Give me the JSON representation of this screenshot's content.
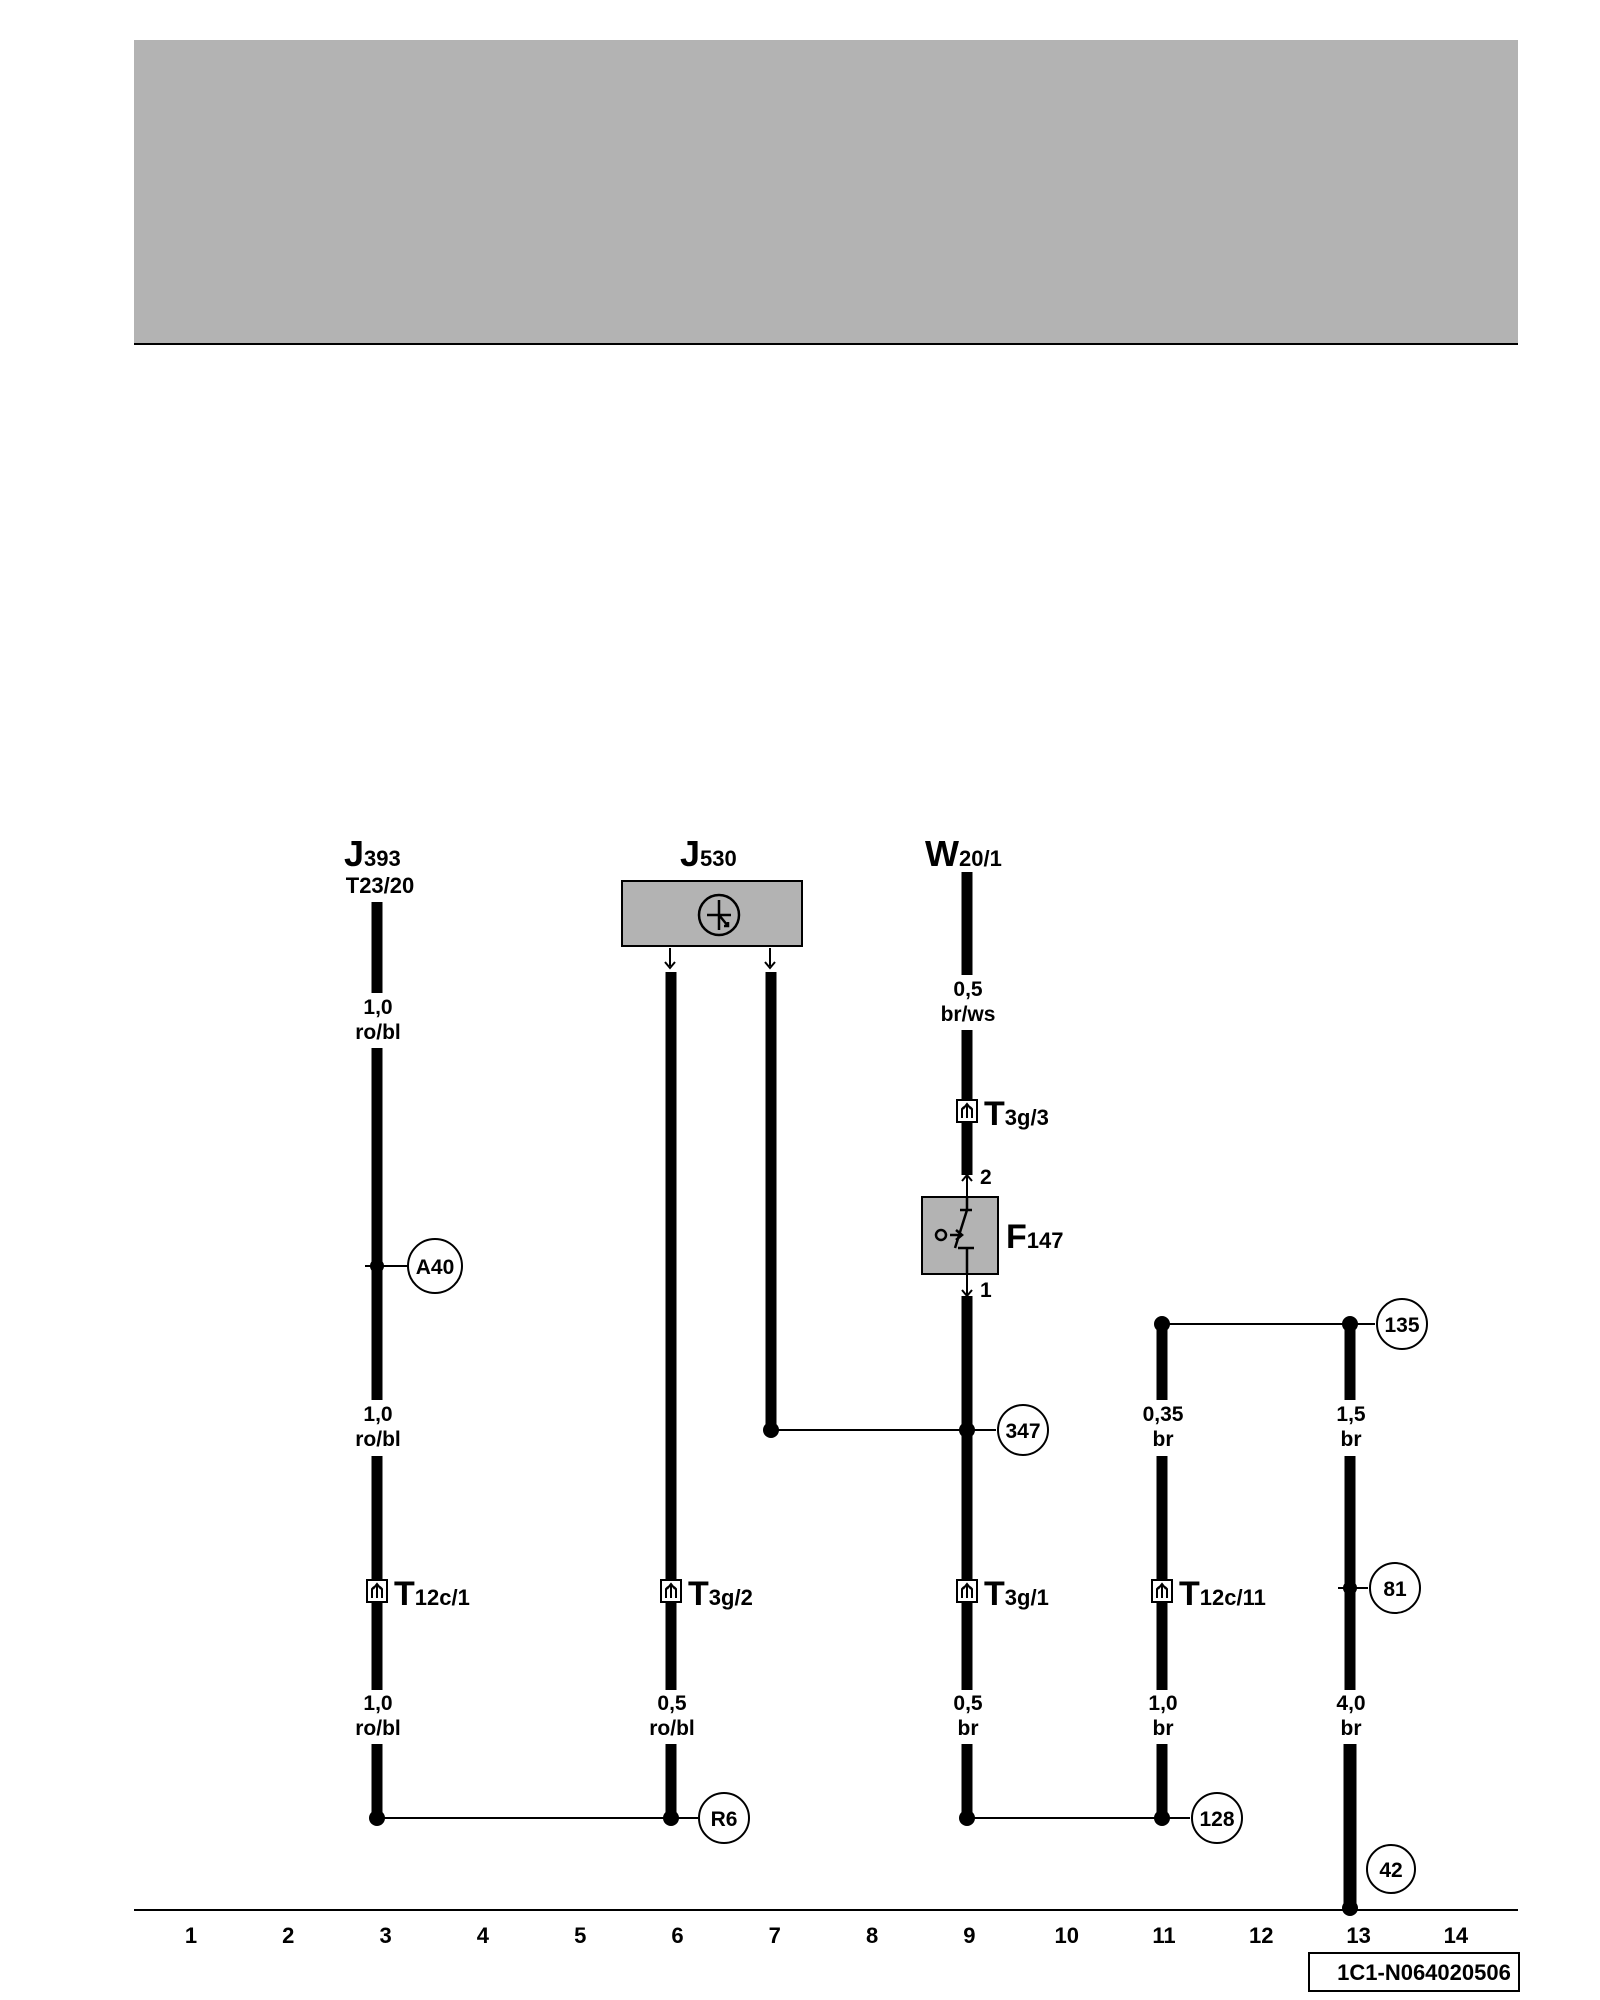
{
  "components": {
    "j393": {
      "name": "J",
      "sub": "393",
      "pin": "T23/20"
    },
    "j530": {
      "name": "J",
      "sub": "530"
    },
    "w20": {
      "name": "W",
      "sub": "20/1"
    },
    "f147": {
      "name": "F",
      "sub": "147",
      "pin_top": "2",
      "pin_bottom": "1"
    }
  },
  "connectors": {
    "t12c1": {
      "name": "T",
      "sub": "12c/1"
    },
    "t3g2": {
      "name": "T",
      "sub": "3g/2"
    },
    "t3g3": {
      "name": "T",
      "sub": "3g/3"
    },
    "t3g1": {
      "name": "T",
      "sub": "3g/1"
    },
    "t12c11": {
      "name": "T",
      "sub": "12c/11"
    }
  },
  "wires": {
    "c3_top": {
      "size": "1,0",
      "color": "ro/bl"
    },
    "c3_mid": {
      "size": "1,0",
      "color": "ro/bl"
    },
    "c3_bot": {
      "size": "1,0",
      "color": "ro/bl"
    },
    "c6_bot": {
      "size": "0,5",
      "color": "ro/bl"
    },
    "c9_top": {
      "size": "0,5",
      "color": "br/ws"
    },
    "c9_bot": {
      "size": "0,5",
      "color": "br"
    },
    "c11_top": {
      "size": "0,35",
      "color": "br"
    },
    "c11_bot": {
      "size": "1,0",
      "color": "br"
    },
    "c13_top": {
      "size": "1,5",
      "color": "br"
    },
    "c13_bot": {
      "size": "4,0",
      "color": "br"
    }
  },
  "refs": {
    "a40": "A40",
    "r6": "R6",
    "r347": "347",
    "r135": "135",
    "r81": "81",
    "r128": "128",
    "r42": "42"
  },
  "axis": [
    "1",
    "2",
    "3",
    "4",
    "5",
    "6",
    "7",
    "8",
    "9",
    "10",
    "11",
    "12",
    "13",
    "14"
  ],
  "document_id": "1C1-N064020506",
  "colors": {
    "header_fill": "#b3b3b3",
    "component_fill": "#b3b3b3",
    "wire": "#000000"
  }
}
